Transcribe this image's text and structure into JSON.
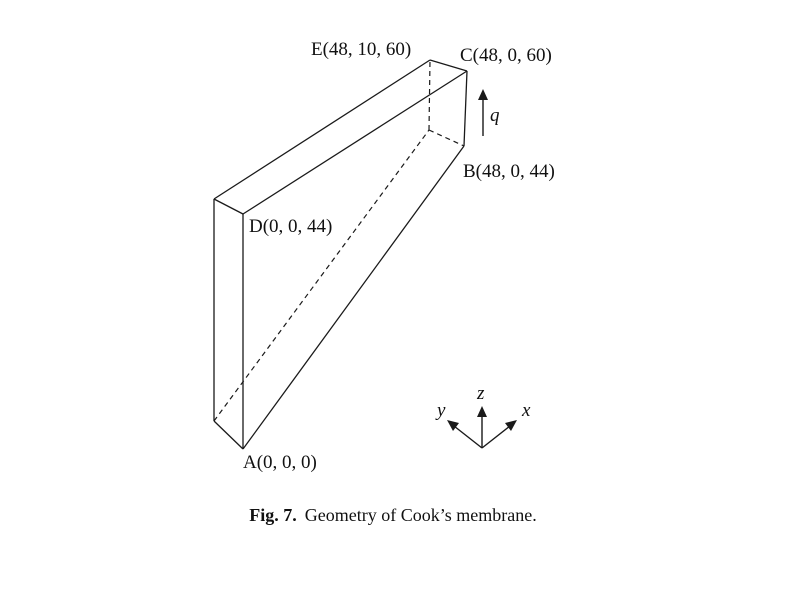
{
  "points": {
    "A": "A(0, 0, 0)",
    "B": "B(48, 0, 44)",
    "C": "C(48, 0, 60)",
    "D": "D(0, 0, 44)",
    "E": "E(48, 10, 60)"
  },
  "load": {
    "label": "q"
  },
  "axes": {
    "x": "x",
    "y": "y",
    "z": "z"
  },
  "caption": {
    "number": "Fig. 7.",
    "text": "Geometry of Cook’s membrane."
  },
  "colors": {
    "stroke": "#1a1a1a",
    "text": "#111111",
    "background": "#ffffff"
  }
}
